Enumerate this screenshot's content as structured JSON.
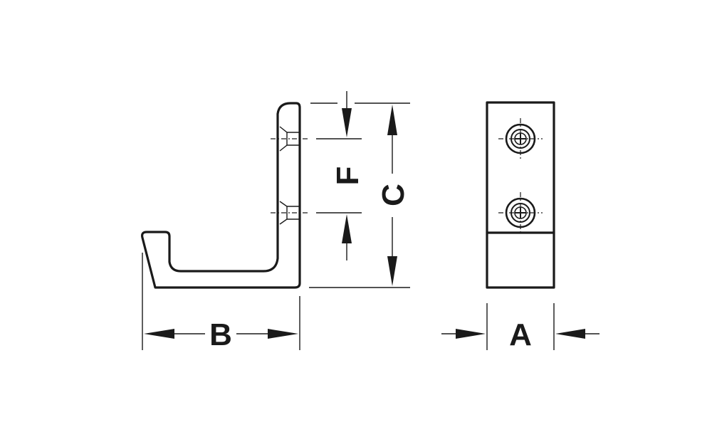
{
  "dimensions": {
    "a": "A",
    "b": "B",
    "c": "C",
    "f": "F"
  },
  "colors": {
    "line": "#1a1a1a",
    "background": "#ffffff"
  }
}
